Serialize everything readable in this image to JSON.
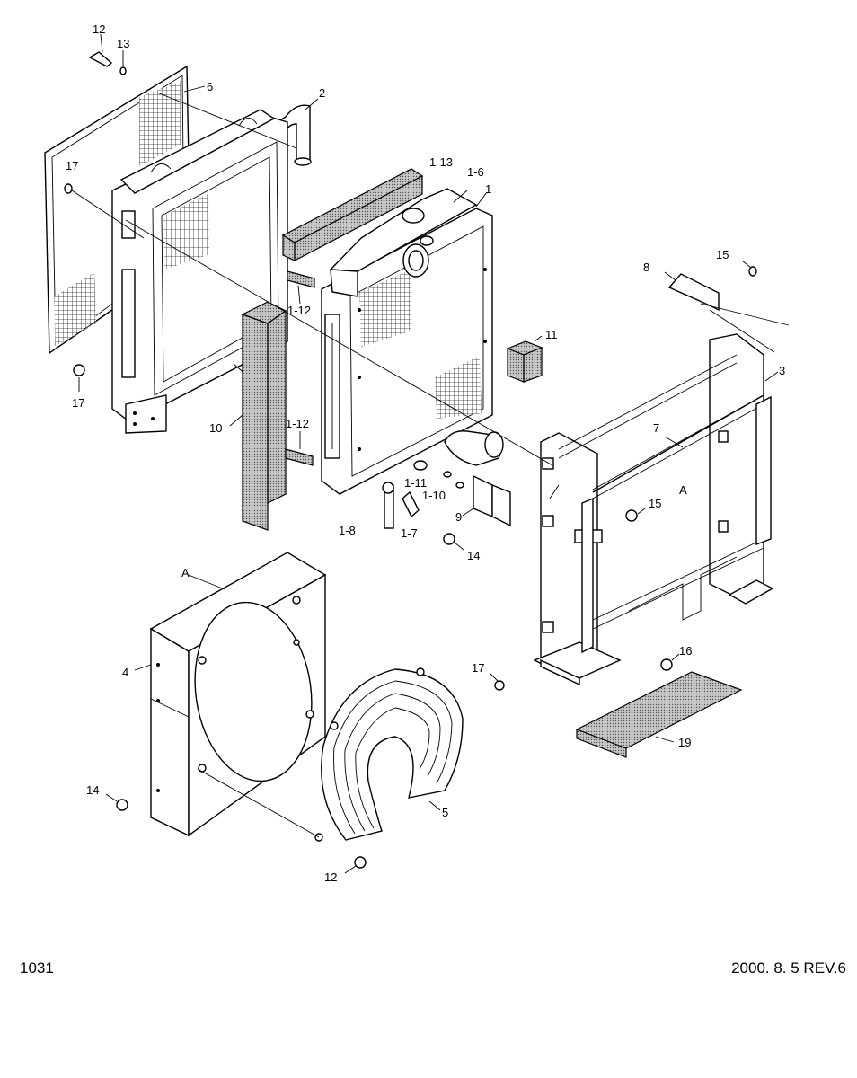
{
  "callouts": {
    "c12a": "12",
    "c13": "13",
    "c6": "6",
    "c2": "2",
    "c17a": "17",
    "c17b": "17",
    "c1_13": "1-13",
    "c1_6": "1-6",
    "c1": "1",
    "c1_12a": "1-12",
    "c1_12b": "1-12",
    "c10": "10",
    "c11": "11",
    "c8": "8",
    "c15a": "15",
    "c3": "3",
    "c7": "7",
    "cA1": "A",
    "c15b": "15",
    "c1_11": "1-11",
    "c1_10": "1-10",
    "c9": "9",
    "c1_8": "1-8",
    "c1_7": "1-7",
    "c14a": "14",
    "cA2": "A",
    "c4": "4",
    "c17c": "17",
    "c16": "16",
    "c19": "19",
    "c5": "5",
    "c14b": "14",
    "c12b": "12"
  },
  "footer": {
    "page_number": "1031",
    "revision": "2000. 8. 5 REV.6"
  }
}
